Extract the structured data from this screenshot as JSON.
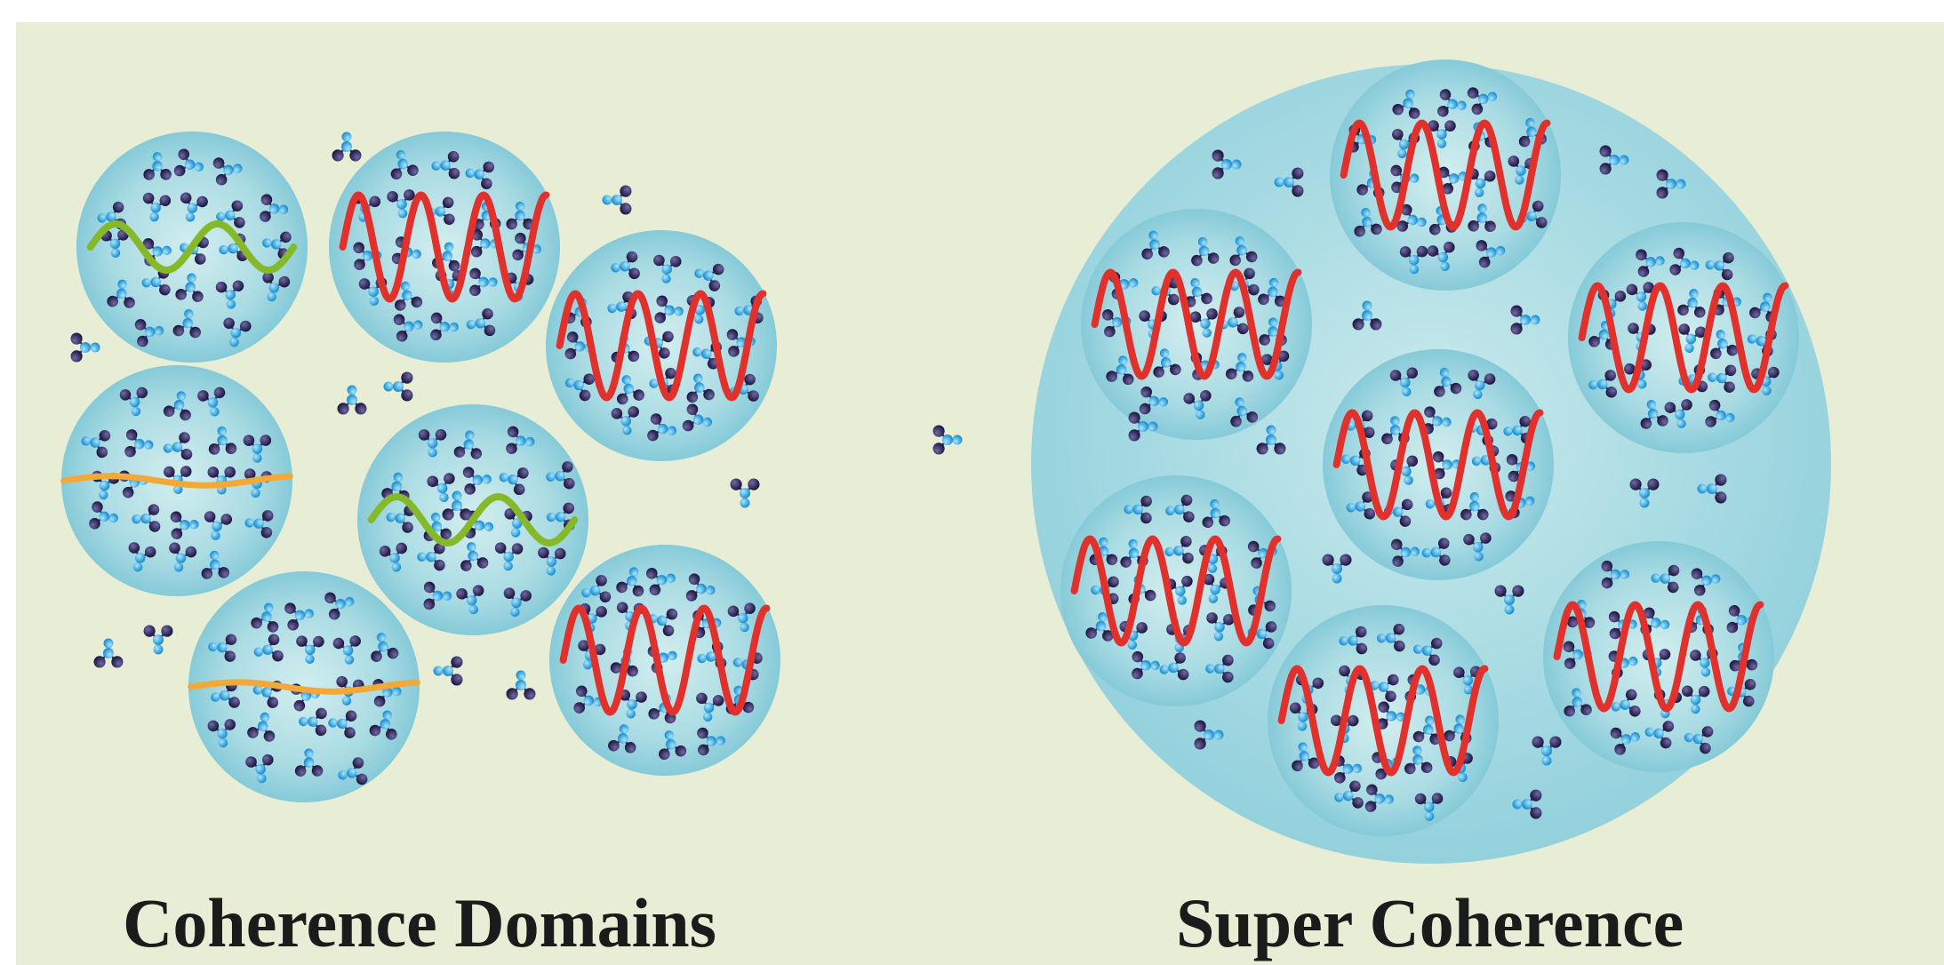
{
  "captions": {
    "left": "Coherence Domains",
    "right": "Super Coherence"
  },
  "colors": {
    "background": "#e8eed6",
    "domain_edge": "#8fd0dc",
    "domain_center": "#b9e2e6",
    "super_domain": "#a5dbe4",
    "oxygen_atom": "#2b2152",
    "hydrogen_atom": "#2fa4dc",
    "coherent_wave": "#e0312c",
    "partial_wave": "#86b92a",
    "weak_wave": "#f0a93a",
    "caption_text": "#1b1b1b"
  },
  "legend_semantics": {
    "molecule_icon": "water-molecule-icon",
    "wave_types": [
      "coherent-wave",
      "partial-wave",
      "weak-wave"
    ]
  }
}
